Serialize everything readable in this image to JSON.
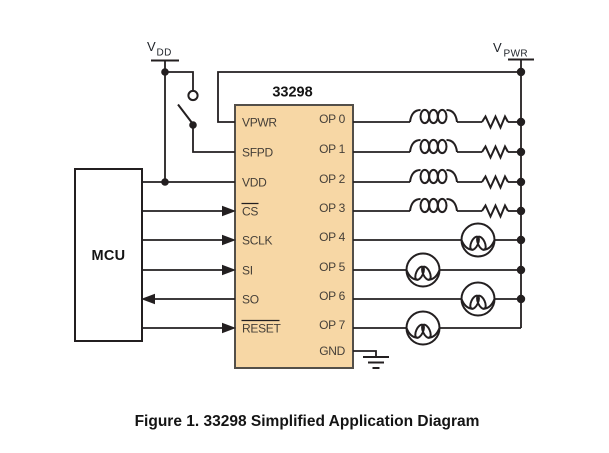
{
  "figure_caption": "Figure 1. 33298 Simplified Application Diagram",
  "chip": {
    "title": "33298",
    "left_pins": [
      "VPWR",
      "SFPD",
      "VDD",
      "CS",
      "SCLK",
      "SI",
      "SO",
      "RESET"
    ],
    "right_pins": [
      "OP 0",
      "OP 1",
      "OP 2",
      "OP 3",
      "OP 4",
      "OP 5",
      "OP 6",
      "OP 7",
      "GND"
    ],
    "active_low_pins": [
      "CS",
      "RESET"
    ]
  },
  "mcu": {
    "label": "MCU"
  },
  "supplies": {
    "vdd": {
      "main": "V",
      "sub": "DD"
    },
    "vpwr": {
      "main": "V",
      "sub": "PWR"
    }
  },
  "components": {
    "switch": "spst-switch between VDD rail and SFPD",
    "op0_op3_load": "inductor coil in series with resistor to VPWR rail",
    "op4_op7_load": "incandescent lamp to VPWR rail",
    "gnd": "earth-ground symbol on GND pin"
  },
  "colors": {
    "chip_fill": "#f7d7a5",
    "chip_border": "#534f49",
    "wire": "#231f20",
    "pin_text": "#453f38",
    "background": "#ffffff"
  }
}
